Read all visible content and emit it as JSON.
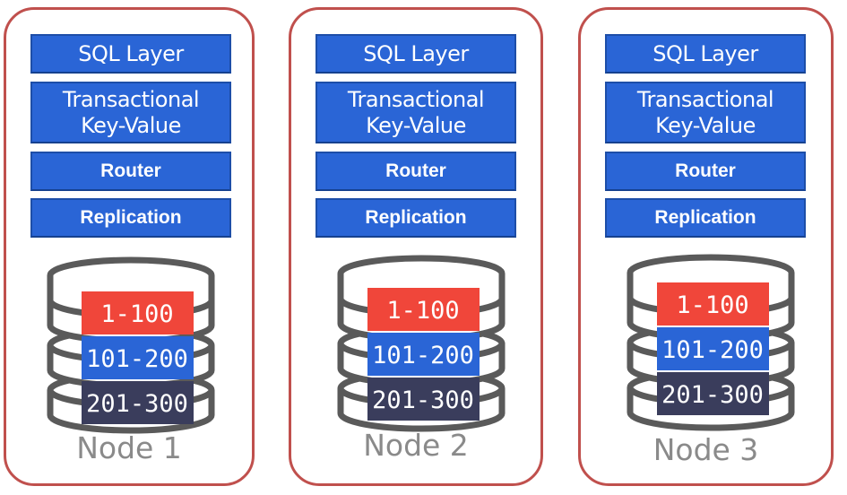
{
  "nodes": [
    {
      "label": "Node 1",
      "layers": {
        "sql": "SQL Layer",
        "transactional_line1": "Transactional",
        "transactional_line2": "Key-Value",
        "router": "Router",
        "replication": "Replication"
      },
      "ranges": [
        "1-100",
        "101-200",
        "201-300"
      ]
    },
    {
      "label": "Node 2",
      "layers": {
        "sql": "SQL Layer",
        "transactional_line1": "Transactional",
        "transactional_line2": "Key-Value",
        "router": "Router",
        "replication": "Replication"
      },
      "ranges": [
        "1-100",
        "101-200",
        "201-300"
      ]
    },
    {
      "label": "Node 3",
      "layers": {
        "sql": "SQL Layer",
        "transactional_line1": "Transactional",
        "transactional_line2": "Key-Value",
        "router": "Router",
        "replication": "Replication"
      },
      "ranges": [
        "1-100",
        "101-200",
        "201-300"
      ]
    }
  ],
  "colors": {
    "node_border": "#c0504d",
    "layer_fill": "#2a65d6",
    "range_1": "#f0463a",
    "range_2": "#2a65d6",
    "range_3": "#3a3d5c",
    "cylinder_stroke": "#5a5a5a",
    "node_label": "#8a8a8a"
  }
}
